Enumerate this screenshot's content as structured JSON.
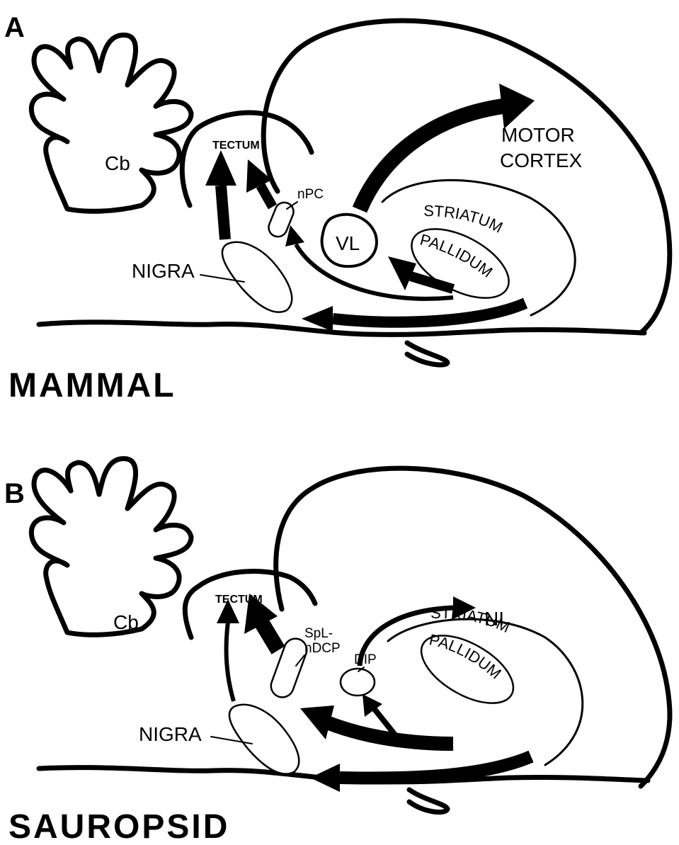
{
  "figure": {
    "panels": [
      {
        "letter": "A",
        "title": "MAMMAL",
        "labels": {
          "cb": "Cb",
          "tectum": "TECTUM",
          "npc": "nPC",
          "vl": "VL",
          "nigra": "NIGRA",
          "motor_cortex_1": "MOTOR",
          "motor_cortex_2": "CORTEX",
          "striatum": "STRIATUM",
          "pallidum": "PALLIDUM"
        }
      },
      {
        "letter": "B",
        "title": "SAUROPSID",
        "labels": {
          "cb": "Cb",
          "tectum": "TECTUM",
          "spl_1": "SpL-",
          "spl_2": "nDCP",
          "dip": "DIP",
          "ni": "NI",
          "nigra": "NIGRA",
          "striatum": "STRIATUM",
          "pallidum": "PALLIDUM"
        }
      }
    ]
  }
}
